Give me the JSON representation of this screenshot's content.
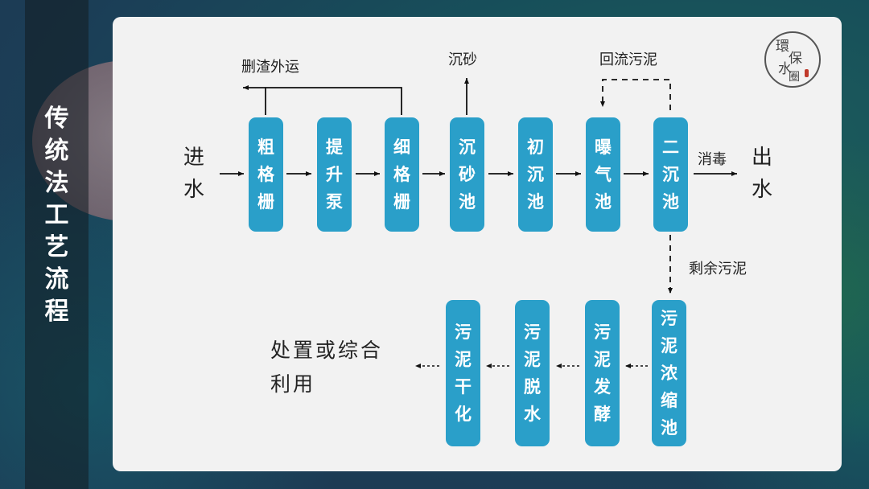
{
  "title": "传统法工艺流程",
  "title_chars": [
    "传",
    "统",
    "法",
    "工",
    "艺",
    "流",
    "程"
  ],
  "colors": {
    "box": "#2a9fc9",
    "panel": "#f2f2f2",
    "text": "#222222"
  },
  "logo": {
    "chars": [
      "環",
      "保",
      "水",
      "圈"
    ]
  },
  "inlet": {
    "chars": [
      "进",
      "水"
    ]
  },
  "outlet": {
    "chars": [
      "出",
      "水"
    ]
  },
  "main_process": [
    {
      "chars": [
        "粗",
        "格",
        "栅"
      ]
    },
    {
      "chars": [
        "提",
        "升",
        "泵"
      ]
    },
    {
      "chars": [
        "细",
        "格",
        "栅"
      ]
    },
    {
      "chars": [
        "沉",
        "砂",
        "池"
      ]
    },
    {
      "chars": [
        "初",
        "沉",
        "池"
      ]
    },
    {
      "chars": [
        "曝",
        "气",
        "池"
      ]
    },
    {
      "chars": [
        "二",
        "沉",
        "池"
      ]
    }
  ],
  "annotations": {
    "screenings": "删渣外运",
    "grit": "沉砂",
    "return_sludge": "回流污泥",
    "disinfection": "消毒",
    "excess_sludge": "剩余污泥"
  },
  "sludge_process": [
    {
      "chars": [
        "污",
        "泥",
        "浓",
        "缩",
        "池"
      ]
    },
    {
      "chars": [
        "污",
        "泥",
        "发",
        "酵"
      ]
    },
    {
      "chars": [
        "污",
        "泥",
        "脱",
        "水"
      ]
    },
    {
      "chars": [
        "污",
        "泥",
        "干",
        "化"
      ]
    }
  ],
  "final_disposal": {
    "lines": [
      "处置或综合",
      "利用"
    ]
  }
}
